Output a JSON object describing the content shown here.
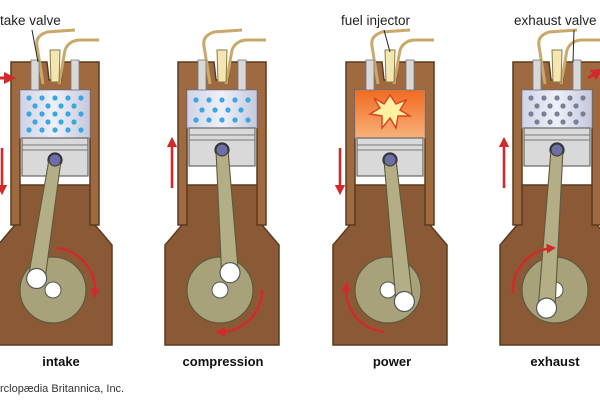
{
  "labels": {
    "intake_valve": "take valve",
    "fuel_injector": "fuel injector",
    "exhaust_valve": "exhaust valve"
  },
  "stages": [
    {
      "name": "intake"
    },
    {
      "name": "compression"
    },
    {
      "name": "power"
    },
    {
      "name": "exhaust"
    }
  ],
  "credit": "rclopædia Britannica, Inc.",
  "colors": {
    "crankcase": "#8a5a36",
    "crankcase_outline": "#5b3a1f",
    "cylinder_wall": "#a06a40",
    "piston": "#d9d9d9",
    "crank_disc": "#a8a27a",
    "arrow": "#d02a2a",
    "intake_dots": "#3aa7e0",
    "exhaust_dots": "#7a7f96",
    "combustion": "#f07a2a"
  }
}
